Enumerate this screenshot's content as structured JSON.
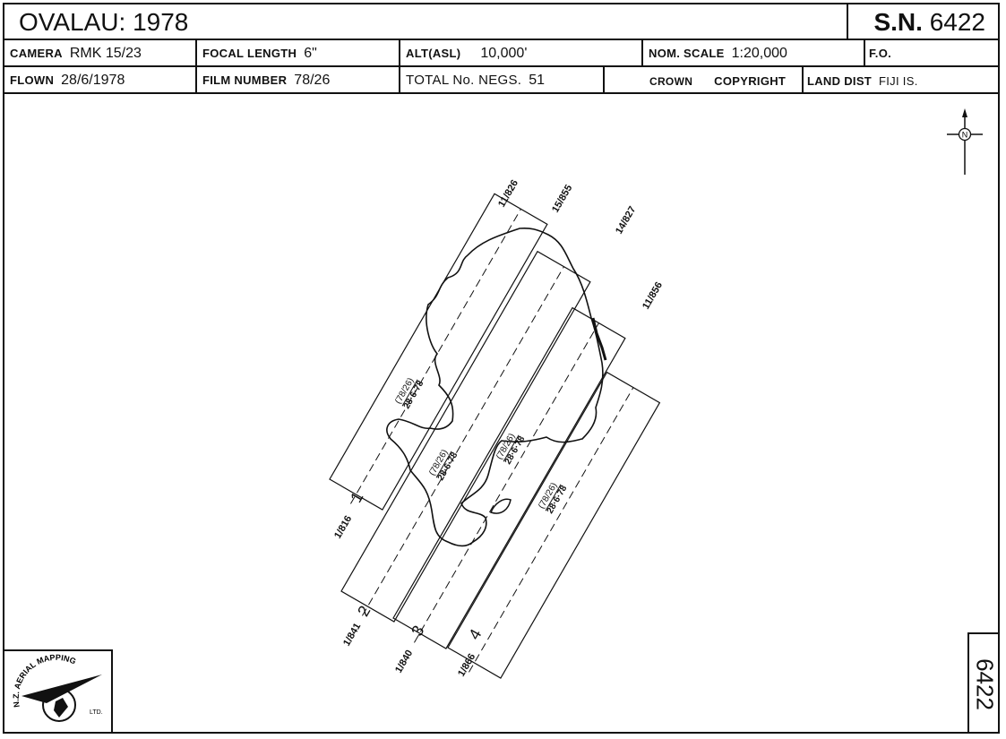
{
  "header": {
    "title": "OVALAU: 1978",
    "sn_label": "S.N.",
    "sn_value": "6422"
  },
  "row1": {
    "camera_label": "CAMERA",
    "camera_value": "RMK 15/23",
    "focal_label": "FOCAL LENGTH",
    "focal_value": "6\"",
    "alt_label": "ALT(ASL)",
    "alt_value": "10,000'",
    "scale_label": "NOM. SCALE",
    "scale_value": "1:20,000",
    "fo_label": "F.O."
  },
  "row2": {
    "flown_label": "FLOWN",
    "flown_value": "28/6/1978",
    "film_label": "FILM NUMBER",
    "film_value": "78/26",
    "negs_label": "TOTAL No. NEGS.",
    "negs_value": "51",
    "crown_label": "CROWN",
    "copyright_label": "COPYRIGHT",
    "land_label": "LAND DIST",
    "land_value": "FIJI IS."
  },
  "map": {
    "north_label": "N",
    "strip_numbers": [
      "1",
      "2",
      "3",
      "4"
    ],
    "start_frames": [
      "1/816",
      "1/841",
      "1/840",
      "1/866"
    ],
    "end_frames": [
      "11/826",
      "15/855",
      "14/827",
      "11/856"
    ],
    "strip_labels": [
      {
        "film": "(78/26)",
        "date": "28·6·78"
      },
      {
        "film": "(78/26)",
        "date": "28·6·78"
      },
      {
        "film": "(78/26)",
        "date": "28·6·78"
      },
      {
        "film": "(78/26)",
        "date": "28·6·78"
      }
    ]
  },
  "logo": {
    "text_top": "N.Z. AERIAL MAPPING",
    "text_side": "LTD."
  },
  "sheet_tag": "6422"
}
